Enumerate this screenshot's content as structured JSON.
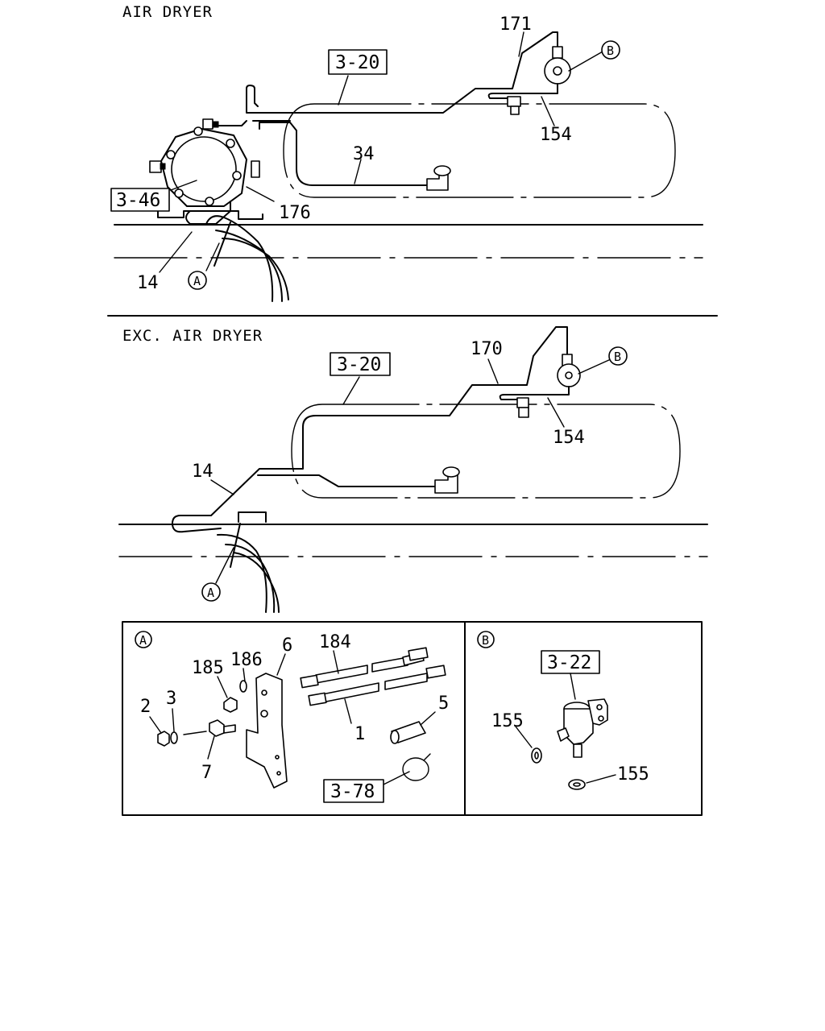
{
  "sections": {
    "top": {
      "title": "AIR DRYER"
    },
    "middle": {
      "title": "EXC. AIR DRYER"
    }
  },
  "labels": {
    "top": {
      "ref_3_20": "3-20",
      "ref_3_46": "3-46",
      "p171": "171",
      "p154": "154",
      "p34": "34",
      "p176": "176",
      "p14": "14",
      "circle_a": "A",
      "circle_b": "B"
    },
    "middle": {
      "ref_3_20": "3-20",
      "p170": "170",
      "p154": "154",
      "p14": "14",
      "circle_a": "A",
      "circle_b": "B"
    },
    "detail_a": {
      "marker": "A",
      "p184": "184",
      "p186": "186",
      "p185": "185",
      "p6": "6",
      "p2": "2",
      "p3": "3",
      "p1": "1",
      "p5": "5",
      "p7": "7",
      "ref_3_78": "3-78"
    },
    "detail_b": {
      "marker": "B",
      "ref_3_22": "3-22",
      "p155_left": "155",
      "p155_right": "155"
    }
  },
  "icons": {
    "tank": "air-tank-icon",
    "dryer": "air-dryer-icon",
    "valve": "check-valve-icon",
    "elbow": "elbow-fitting-icon",
    "bracket": "bracket-icon",
    "hose": "hose-icon",
    "clamp": "hose-clamp-icon",
    "washer": "washer-icon"
  }
}
